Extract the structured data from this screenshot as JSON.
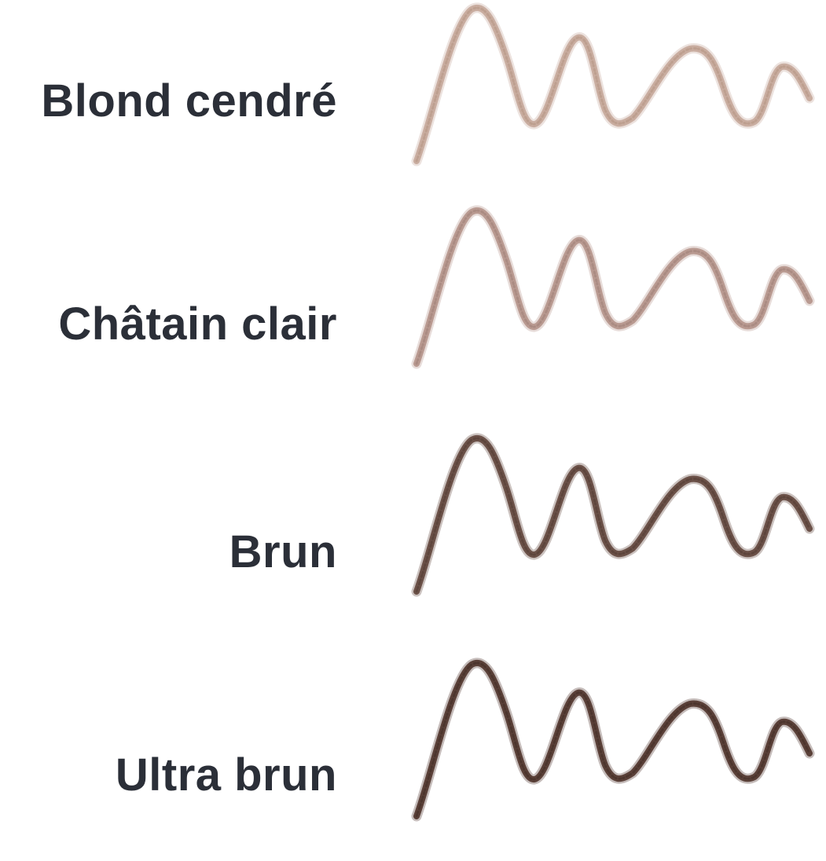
{
  "shades": [
    {
      "label": "Blond cendré",
      "color": "#c9ada0",
      "edge": "#b89888"
    },
    {
      "label": "Châtain clair",
      "color": "#b99a91",
      "edge": "#a4857c"
    },
    {
      "label": "Brun",
      "color": "#6b5148",
      "edge": "#574038"
    },
    {
      "label": "Ultra brun",
      "color": "#5a4038",
      "edge": "#46302a"
    }
  ]
}
